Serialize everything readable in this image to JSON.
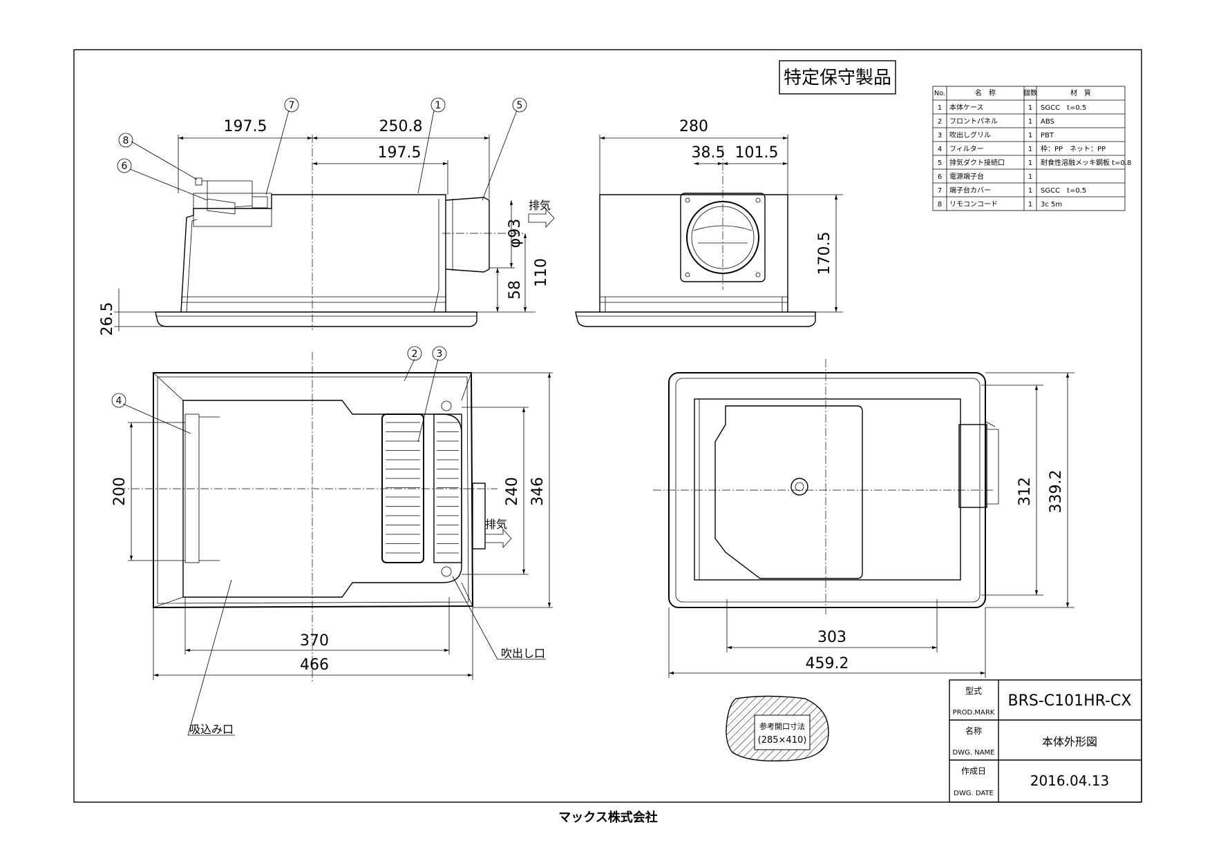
{
  "title_box": "特定保守製品",
  "manufacturer": "マックス株式会社",
  "parts_table": {
    "headers": [
      "No.",
      "名　称",
      "個数",
      "材　質"
    ],
    "rows": [
      {
        "no": "1",
        "name": "本体ケース",
        "qty": "1",
        "material": "SGCC　t=0.5"
      },
      {
        "no": "2",
        "name": "フロントパネル",
        "qty": "1",
        "material": "ABS"
      },
      {
        "no": "3",
        "name": "吹出しグリル",
        "qty": "1",
        "material": "PBT"
      },
      {
        "no": "4",
        "name": "フィルター",
        "qty": "1",
        "material": "枠：PP　ネット：PP"
      },
      {
        "no": "5",
        "name": "排気ダクト接続口",
        "qty": "1",
        "material": "耐食性溶融メッキ鋼板 t=0.8"
      },
      {
        "no": "6",
        "name": "電源端子台",
        "qty": "1",
        "material": ""
      },
      {
        "no": "7",
        "name": "端子台カバー",
        "qty": "1",
        "material": "SGCC　t=0.5"
      },
      {
        "no": "8",
        "name": "リモコンコード",
        "qty": "1",
        "material": "3c 5m"
      }
    ]
  },
  "title_block": {
    "model_label": "型式",
    "model_label_en": "PROD.MARK",
    "model_value": "BRS-C101HR-CX",
    "name_label": "名称",
    "name_label_en": "DWG. NAME",
    "name_value": "本体外形図",
    "date_label": "作成日",
    "date_label_en": "DWG. DATE",
    "date_value": "2016.04.13"
  },
  "opening_ref": {
    "label": "参考開口寸法",
    "value": "(285×410)"
  },
  "labels": {
    "exhaust": "排気",
    "outlet": "吹出し口",
    "inlet": "吸込み口"
  },
  "balloons": [
    "1",
    "2",
    "3",
    "4",
    "5",
    "6",
    "7",
    "8"
  ],
  "dimensions": {
    "side_top_left": "197.5",
    "side_top_right": "250.8",
    "side_inner": "197.5",
    "side_dia": "φ93",
    "side_110": "110",
    "side_58": "58",
    "side_26": "26.5",
    "front_width": "280",
    "front_38": "38.5",
    "front_101": "101.5",
    "front_height": "170.5",
    "bottom_200": "200",
    "bottom_240": "240",
    "bottom_346": "346",
    "bottom_370": "370",
    "bottom_466": "466",
    "top_312": "312",
    "top_339": "339.2",
    "top_303": "303",
    "top_459": "459.2"
  }
}
